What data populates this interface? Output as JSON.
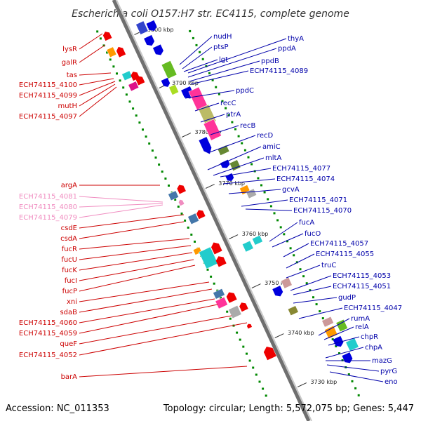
{
  "title": "Escherichia coli O157:H7 str. EC4115, complete genome",
  "footer": {
    "accession": "Accession: NC_011353",
    "summary": "Topology: circular; Length: 5,572,075 bp; Genes: 5,447"
  },
  "scale_labels": [
    "3800 kbp",
    "3790 kbp",
    "3780 kbp",
    "3770 kbp",
    "3760 kbp",
    "3750 kbp",
    "3740 kbp",
    "3730 kbp"
  ],
  "left_labels": [
    {
      "text": "lysR",
      "color": "#cc0000"
    },
    {
      "text": "galR",
      "color": "#cc0000"
    },
    {
      "text": "tas",
      "color": "#cc0000"
    },
    {
      "text": "ECH74115_4100",
      "color": "#cc0000"
    },
    {
      "text": "ECH74115_4099",
      "color": "#cc0000"
    },
    {
      "text": "mutH",
      "color": "#cc0000"
    },
    {
      "text": "ECH74115_4097",
      "color": "#cc0000"
    },
    {
      "text": "argA",
      "color": "#cc0000"
    },
    {
      "text": "ECH74115_4081",
      "color": "#f08cc0"
    },
    {
      "text": "ECH74115_4080",
      "color": "#f08cc0"
    },
    {
      "text": "ECH74115_4079",
      "color": "#f08cc0"
    },
    {
      "text": "csdE",
      "color": "#cc0000"
    },
    {
      "text": "csdA",
      "color": "#cc0000"
    },
    {
      "text": "fucR",
      "color": "#cc0000"
    },
    {
      "text": "fucU",
      "color": "#cc0000"
    },
    {
      "text": "fucK",
      "color": "#cc0000"
    },
    {
      "text": "fucI",
      "color": "#cc0000"
    },
    {
      "text": "fucP",
      "color": "#cc0000"
    },
    {
      "text": "xni",
      "color": "#cc0000"
    },
    {
      "text": "sdaB",
      "color": "#cc0000"
    },
    {
      "text": "ECH74115_4060",
      "color": "#cc0000"
    },
    {
      "text": "ECH74115_4059",
      "color": "#cc0000"
    },
    {
      "text": "queF",
      "color": "#cc0000"
    },
    {
      "text": "ECH74115_4052",
      "color": "#cc0000"
    },
    {
      "text": "barA",
      "color": "#cc0000"
    }
  ],
  "right_labels": [
    {
      "text": "nudH",
      "color": "#0000aa"
    },
    {
      "text": "ptsP",
      "color": "#0000aa"
    },
    {
      "text": "lgt",
      "color": "#0000aa"
    },
    {
      "text": "thyA",
      "color": "#0000aa"
    },
    {
      "text": "ppdA",
      "color": "#0000aa"
    },
    {
      "text": "ppdB",
      "color": "#0000aa"
    },
    {
      "text": "ECH74115_4089",
      "color": "#0000aa"
    },
    {
      "text": "ppdC",
      "color": "#0000aa"
    },
    {
      "text": "recC",
      "color": "#0000aa"
    },
    {
      "text": "ptrA",
      "color": "#0000aa"
    },
    {
      "text": "recB",
      "color": "#0000aa"
    },
    {
      "text": "recD",
      "color": "#0000aa"
    },
    {
      "text": "amiC",
      "color": "#0000aa"
    },
    {
      "text": "mltA",
      "color": "#0000aa"
    },
    {
      "text": "ECH74115_4077",
      "color": "#0000aa"
    },
    {
      "text": "ECH74115_4074",
      "color": "#0000aa"
    },
    {
      "text": "gcvA",
      "color": "#0000aa"
    },
    {
      "text": "ECH74115_4071",
      "color": "#0000aa"
    },
    {
      "text": "ECH74115_4070",
      "color": "#0000aa"
    },
    {
      "text": "fucA",
      "color": "#0000aa"
    },
    {
      "text": "fucO",
      "color": "#0000aa"
    },
    {
      "text": "ECH74115_4057",
      "color": "#0000aa"
    },
    {
      "text": "ECH74115_4055",
      "color": "#0000aa"
    },
    {
      "text": "truC",
      "color": "#0000aa"
    },
    {
      "text": "ECH74115_4053",
      "color": "#0000aa"
    },
    {
      "text": "ECH74115_4051",
      "color": "#0000aa"
    },
    {
      "text": "gudP",
      "color": "#0000aa"
    },
    {
      "text": "ECH74115_4047",
      "color": "#0000aa"
    },
    {
      "text": "rumA",
      "color": "#0000aa"
    },
    {
      "text": "relA",
      "color": "#0000aa"
    },
    {
      "text": "chpR",
      "color": "#0000aa"
    },
    {
      "text": "chpA",
      "color": "#0000aa"
    },
    {
      "text": "mazG",
      "color": "#0000aa"
    },
    {
      "text": "pyrG",
      "color": "#0000aa"
    },
    {
      "text": "eno",
      "color": "#0000aa"
    }
  ],
  "colors": {
    "backbone": "#888888",
    "reverse_gene": "#ee0000",
    "forward_gene": "#0000dd",
    "gc_dots": "#008800"
  }
}
